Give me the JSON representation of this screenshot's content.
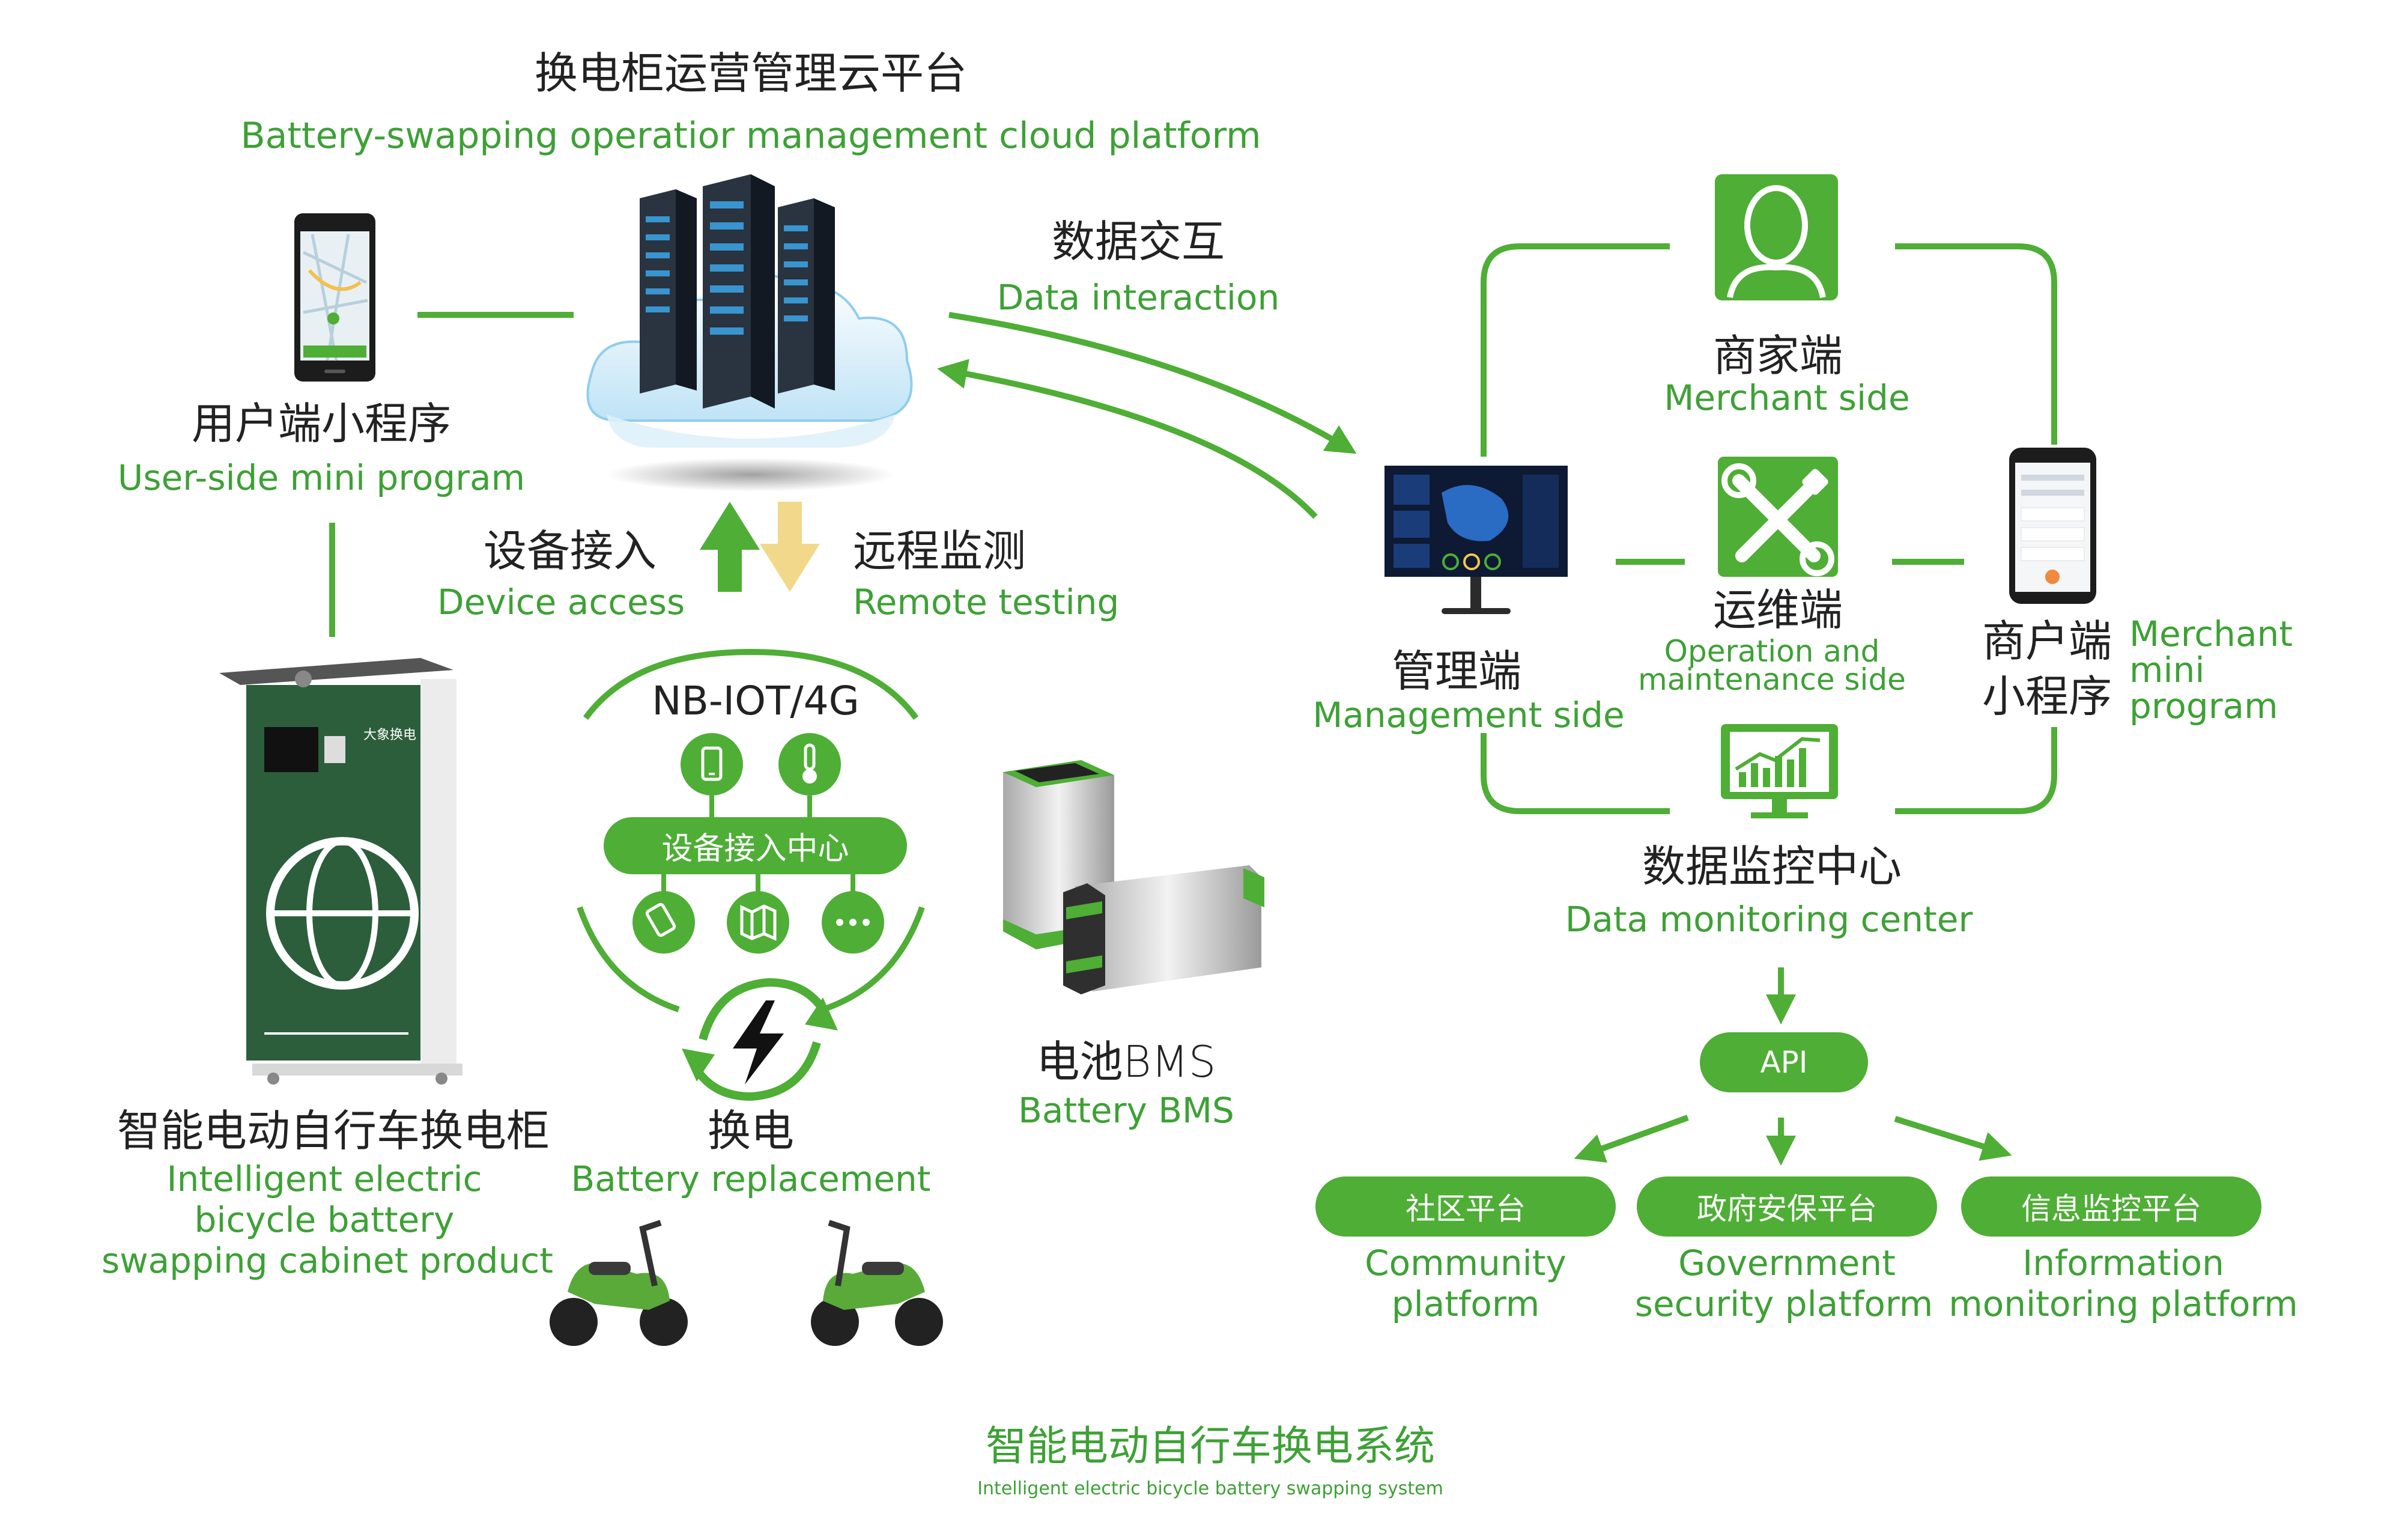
{
  "colors": {
    "green": "#4eae35",
    "green_text": "#3da135",
    "down_arrow": "#f2d88a",
    "dark": "#222222"
  },
  "cloud": {
    "title_cn": "换电柜运营管理云平台",
    "title_en": "Battery-swapping operatior management cloud platform",
    "icon": "server-cloud-icon"
  },
  "data_interaction": {
    "cn": "数据交互",
    "en": "Data interaction"
  },
  "user_side": {
    "cn": "用户端小程序",
    "en": "User-side mini program",
    "icon": "smartphone-map-icon"
  },
  "device_access": {
    "cn": "设备接入",
    "en": "Device access",
    "icon": "up-arrow-icon"
  },
  "remote_testing": {
    "cn": "远程监测",
    "en": "Remote testing",
    "icon": "down-arrow-icon"
  },
  "iot": {
    "title": "NB-IOT/4G",
    "hub_label": "设备接入中心",
    "top_icons": [
      "phone-icon",
      "thermometer-icon"
    ],
    "bottom_icons": [
      "device-tap-icon",
      "map-icon",
      "more-icon"
    ]
  },
  "replacement": {
    "cn": "换电",
    "en": "Battery replacement",
    "icon": "lightning-cycle-icon"
  },
  "bms": {
    "cn": "电池BMS",
    "en": "Battery BMS",
    "icon": "battery-pack-icon"
  },
  "cabinet": {
    "cn": "智能电动自行车换电柜",
    "en_lines": [
      "Intelligent electric",
      "bicycle battery",
      "swapping cabinet product"
    ],
    "brand": "大象换电",
    "icon": "swap-cabinet-icon"
  },
  "scooter_icons": [
    "scooter-icon",
    "scooter-icon"
  ],
  "merchant_side": {
    "cn": "商家端",
    "en": "Merchant side",
    "icon": "user-avatar-icon"
  },
  "management_side": {
    "cn": "管理端",
    "en": "Management side",
    "icon": "monitor-dashboard-icon"
  },
  "ops_side": {
    "cn": "运维端",
    "en_lines": [
      "Operation and",
      "maintenance side"
    ],
    "icon": "tools-icon"
  },
  "merchant_mini": {
    "cn_lines": [
      "商户端",
      "小程序"
    ],
    "en_lines": [
      "Merchant",
      "mini",
      "program"
    ],
    "icon": "smartphone-app-icon"
  },
  "monitoring_center": {
    "cn": "数据监控中心",
    "en": "Data monitoring center",
    "icon": "growth-chart-icon"
  },
  "api": {
    "label": "API"
  },
  "platforms": [
    {
      "label": "社区平台",
      "en_lines": [
        "Community",
        "platform"
      ]
    },
    {
      "label": "政府安保平台",
      "en_lines": [
        "Government",
        "security platform"
      ]
    },
    {
      "label": "信息监控平台",
      "en_lines": [
        "Information",
        "monitoring platform"
      ]
    }
  ],
  "footer": {
    "cn": "智能电动自行车换电系统",
    "en": "Intelligent electric bicycle battery swapping system"
  }
}
